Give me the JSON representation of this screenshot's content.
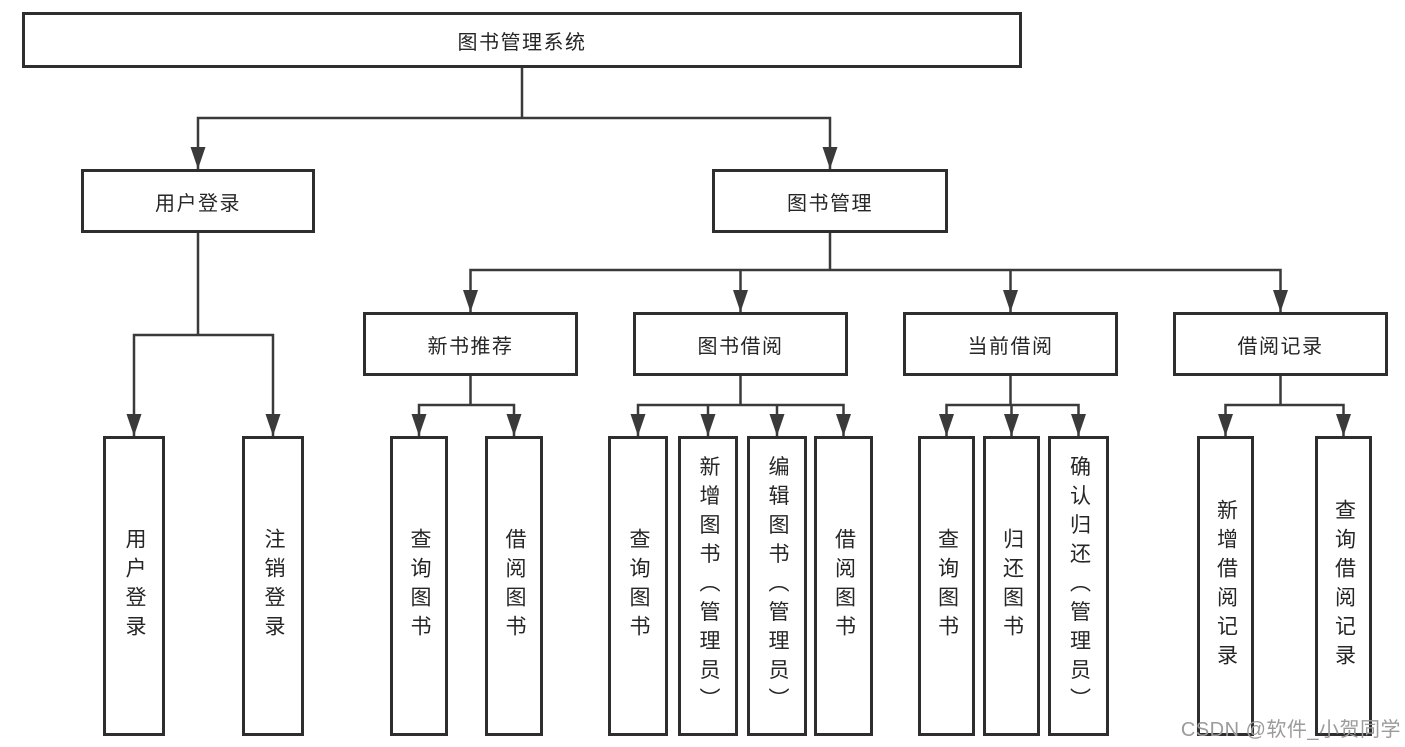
{
  "root": {
    "label": "图书管理系统"
  },
  "user_login": {
    "label": "用户登录",
    "children": [
      {
        "label": "用户登录"
      },
      {
        "label": "注销登录"
      }
    ]
  },
  "book_mgmt": {
    "label": "图书管理",
    "children": [
      {
        "label": "新书推荐",
        "children": [
          {
            "label": "查询图书"
          },
          {
            "label": "借阅图书"
          }
        ]
      },
      {
        "label": "图书借阅",
        "children": [
          {
            "label": "查询图书"
          },
          {
            "label": "新增图书（管理员）"
          },
          {
            "label": "编辑图书（管理员）"
          },
          {
            "label": "借阅图书"
          }
        ]
      },
      {
        "label": "当前借阅",
        "children": [
          {
            "label": "查询图书"
          },
          {
            "label": "归还图书"
          },
          {
            "label": "确认归还（管理员）"
          }
        ]
      },
      {
        "label": "借阅记录",
        "children": [
          {
            "label": "新增借阅记录"
          },
          {
            "label": "查询借阅记录"
          }
        ]
      }
    ]
  },
  "watermark": "CSDN @软件_小贺同学",
  "colors": {
    "line": "#3a3a3a",
    "box_border": "#2e2e2e",
    "text": "#262626",
    "background": "#ffffff",
    "watermark": "#9b9b9b"
  }
}
